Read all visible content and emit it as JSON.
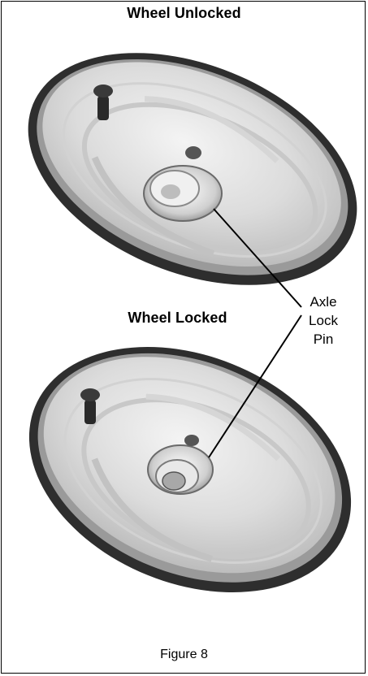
{
  "figure": {
    "title_top": "Wheel Unlocked",
    "title_bottom": "Wheel Locked",
    "callout": [
      "Axle",
      "Lock",
      "Pin"
    ],
    "caption": "Figure 8"
  },
  "colors": {
    "tire": "#3a3a3a",
    "rim_light": "#e6e6e6",
    "rim_shade": "#bdbdbd",
    "line": "#000000"
  },
  "icons": {
    "top_wheel": "wheel-unlocked-illustration",
    "bottom_wheel": "wheel-locked-illustration"
  }
}
